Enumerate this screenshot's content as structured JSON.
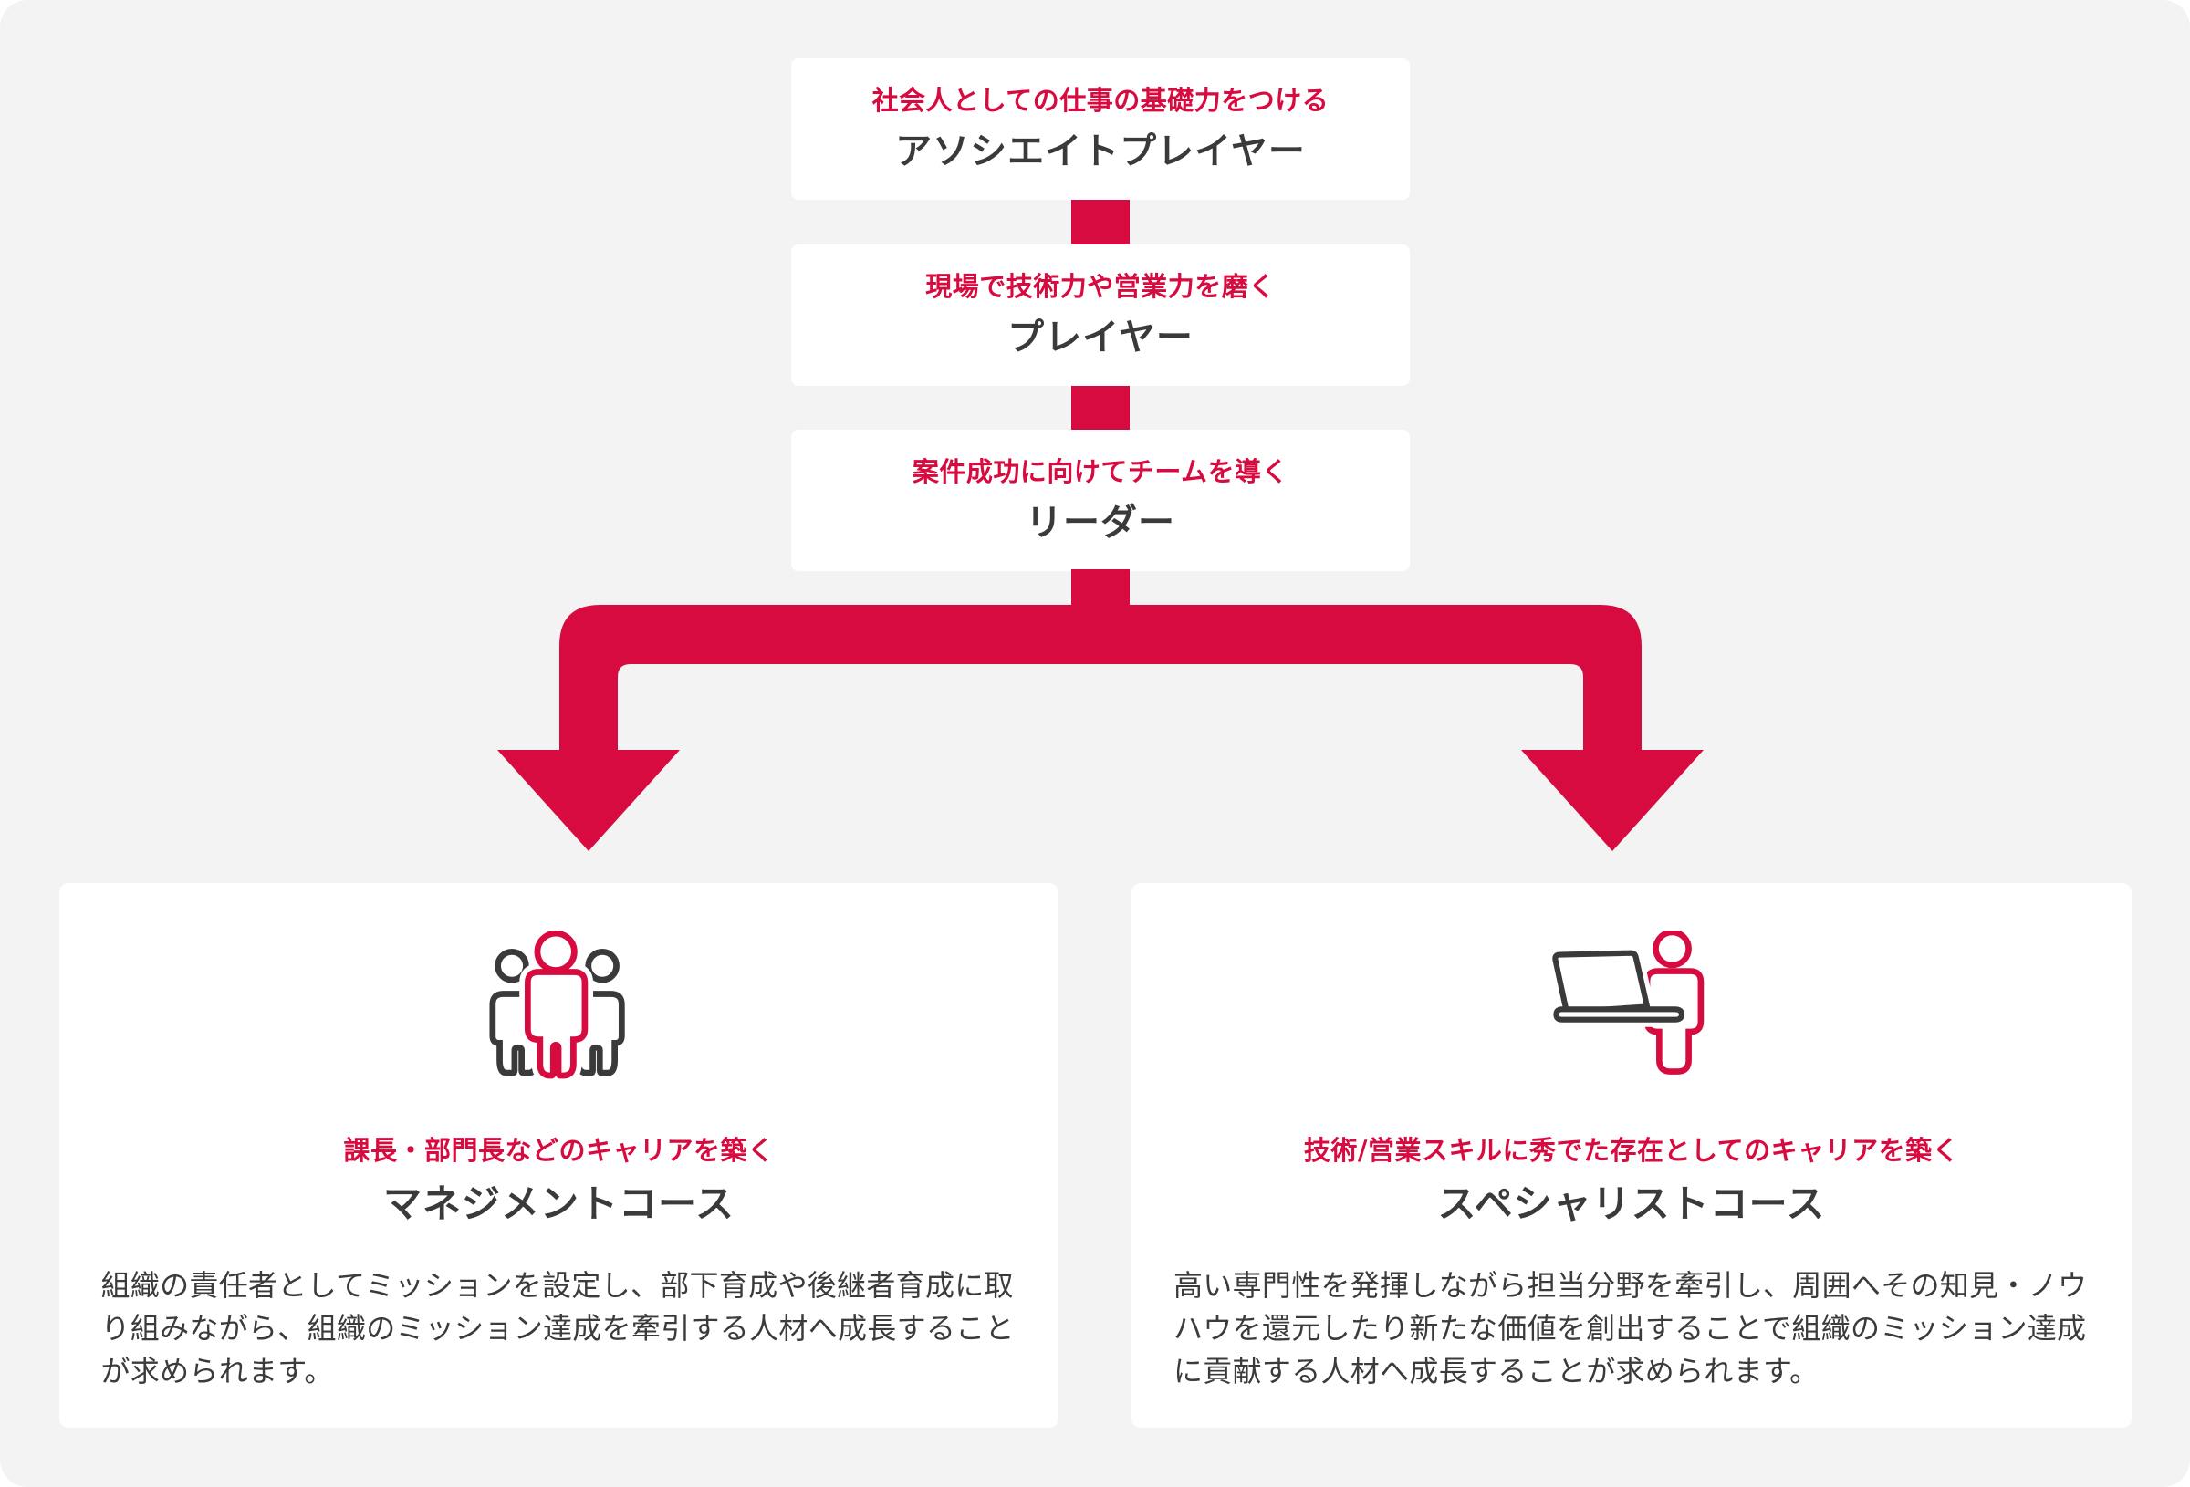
{
  "brand": {
    "accent_red": "#d70b3f",
    "dark_text": "#3a3a3a",
    "panel_bg": "#f3f3f3",
    "card_bg": "#ffffff"
  },
  "flow": {
    "steps": [
      {
        "caption": "社会人としての仕事の基礎力をつける",
        "title": "アソシエイトプレイヤー"
      },
      {
        "caption": "現場で技術力や営業力を磨く",
        "title": "プレイヤー"
      },
      {
        "caption": "案件成功に向けてチームを導く",
        "title": "リーダー"
      }
    ]
  },
  "courses": [
    {
      "icon": "team-people-icon",
      "caption": "課長・部門長などのキャリアを築く",
      "title": "マネジメントコース",
      "description": "組織の責任者としてミッションを設定し、部下育成や後継者育成に取り組みながら、組織のミッション達成を牽引する人材へ成長することが求められます。"
    },
    {
      "icon": "specialist-laptop-icon",
      "caption": "技術/営業スキルに秀でた存在としてのキャリアを築く",
      "title": "スペシャリストコース",
      "description": "高い専門性を発揮しながら担当分野を牽引し、周囲へその知見・ノウハウを還元したり新たな価値を創出することで組織のミッション達成に貢献する人材へ成長することが求められます。"
    }
  ]
}
